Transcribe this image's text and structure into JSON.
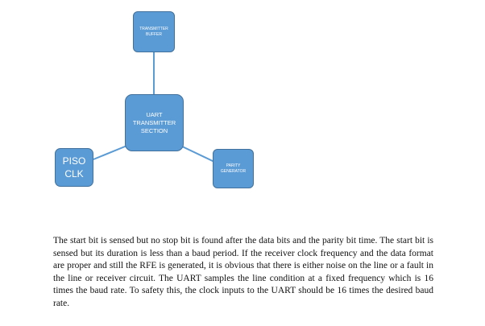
{
  "diagram": {
    "nodes": {
      "transmitter_buffer": "TRANSMITTER\nBUFFER",
      "uart_transmitter_section": "UART\nTRANSMITTER\nSECTION",
      "piso_clk": "PISO\nCLK",
      "parity_generator": "PARITY\nGENERATOR"
    },
    "colors": {
      "node_fill": "#5b9bd5",
      "node_border": "#41719c",
      "connector": "#5b9bd5",
      "node_text": "#ffffff"
    }
  },
  "body_text": "The start bit is sensed but no stop bit is found after the data bits and the parity bit time. The start bit is sensed but its duration is less than a baud period. If the receiver clock frequency and the data format are proper and still the RFE is generated, it is obvious that there is either noise on the line or a fault in the line or receiver circuit. The UART samples the line condition at a fixed frequency which is 16 times the baud rate. To safety this, the clock inputs to the UART should be 16 times the desired baud rate."
}
